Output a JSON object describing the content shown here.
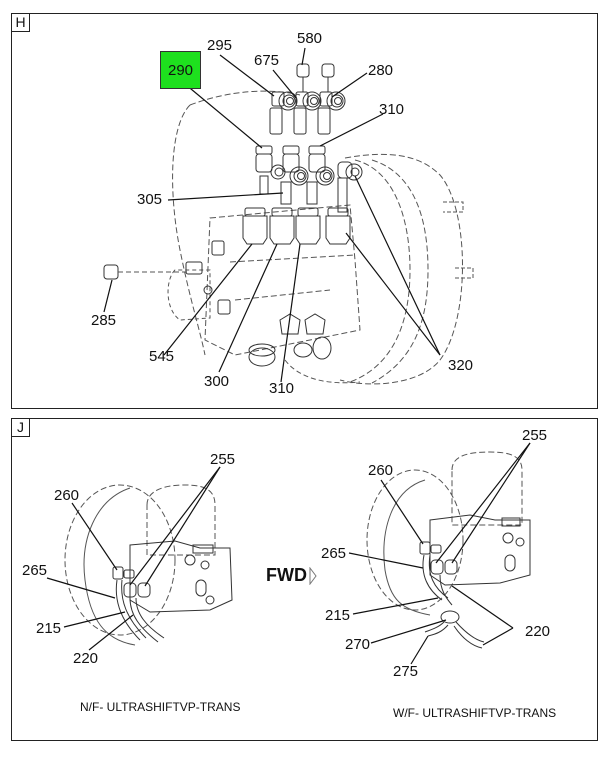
{
  "page": {
    "type": "parts-illustration"
  },
  "panel_h": {
    "tag": "H",
    "highlighted_part": "290",
    "highlight_color": "#1ee01e",
    "callouts": {
      "c290": "290",
      "c295": "295",
      "c675": "675",
      "c580": "580",
      "c280": "280",
      "c310_top": "310",
      "c305": "305",
      "c285": "285",
      "c545": "545",
      "c300": "300",
      "c310_bottom": "310",
      "c320": "320"
    }
  },
  "panel_j": {
    "tag": "J",
    "direction_label": "FWD",
    "left_view": {
      "caption": "N/F- ULTRASHIFTVP-TRANS",
      "callouts": {
        "c255": "255",
        "c260": "260",
        "c265": "265",
        "c215": "215",
        "c220": "220"
      }
    },
    "right_view": {
      "caption": "W/F- ULTRASHIFTVP-TRANS",
      "callouts": {
        "c255": "255",
        "c260": "260",
        "c265": "265",
        "c215": "215",
        "c270": "270",
        "c220": "220",
        "c275": "275"
      }
    }
  }
}
